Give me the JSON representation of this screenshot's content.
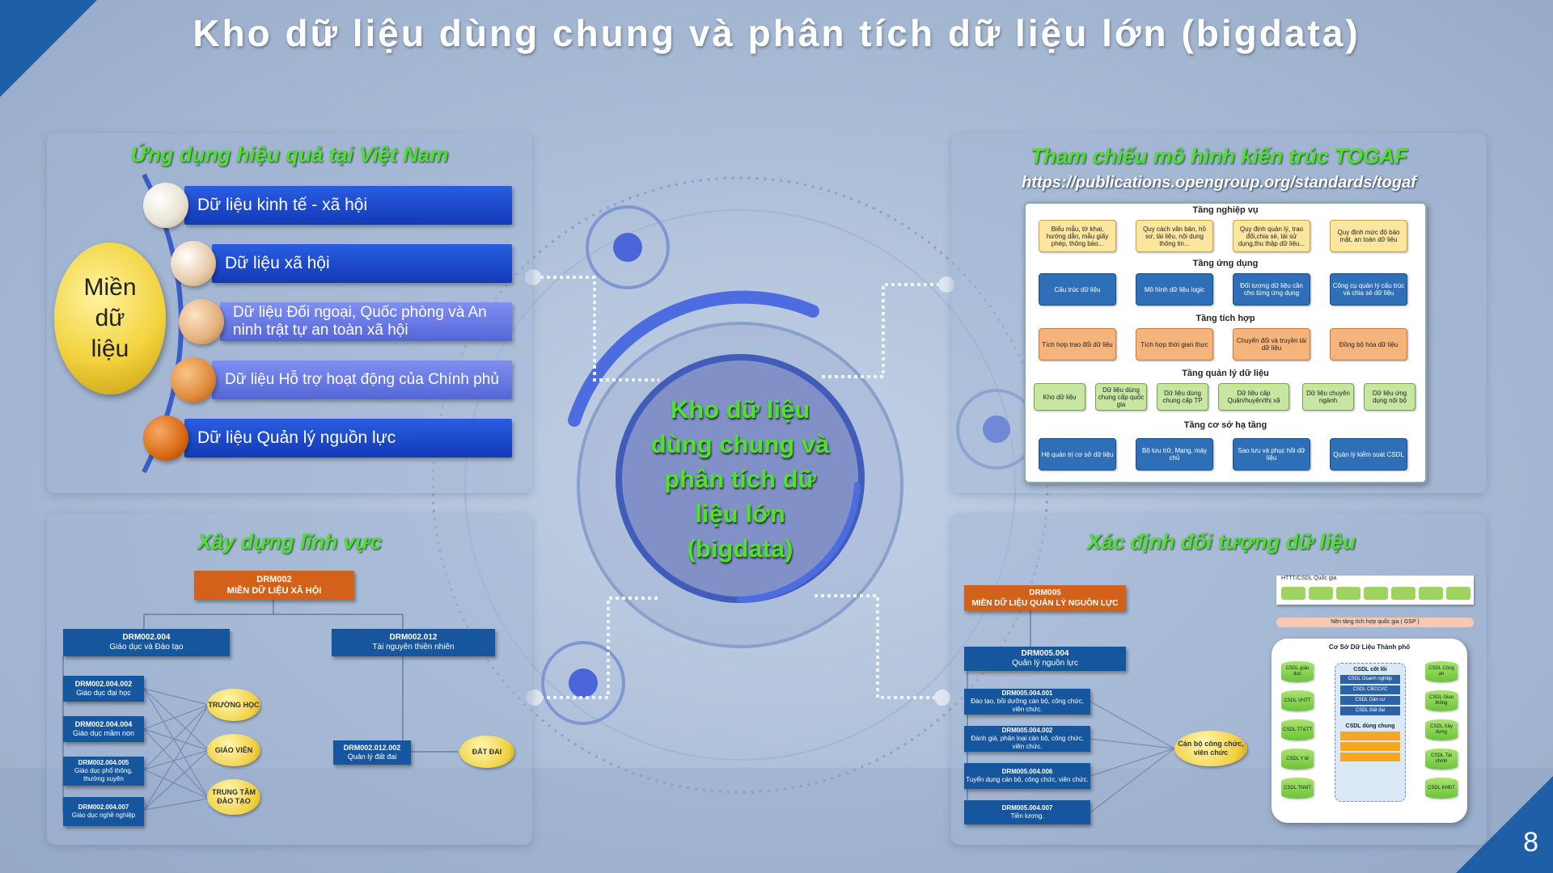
{
  "title": "Kho dữ liệu dùng chung và phân tích dữ liệu lớn (bigdata)",
  "page_number": "8",
  "center": {
    "line1": "Kho dữ liệu",
    "line2": "dùng chung và",
    "line3": "phân tích dữ",
    "line4": "liệu lớn",
    "line5": "(bigdata)"
  },
  "panel_vn": {
    "title": "Ứng dụng hiệu quả tại Việt Nam",
    "hub_line1": "Miền",
    "hub_line2": "dữ",
    "hub_line3": "liệu",
    "items": [
      {
        "label": "Dữ liệu kinh tế - xã hội",
        "ball_color": "#e9e2d4"
      },
      {
        "label": "Dữ liệu xã hội",
        "ball_color": "#e7c9a7"
      },
      {
        "label": "Dữ liệu Đối ngoại, Quốc phòng và An ninh trật tự an toàn xã hội",
        "ball_color": "#e4b07c"
      },
      {
        "label": "Dữ liệu Hỗ trợ hoạt động của Chính phủ",
        "ball_color": "#df8a3a"
      },
      {
        "label": "Dữ liệu Quản lý nguồn lực",
        "ball_color": "#d86a12"
      }
    ]
  },
  "panel_togaf": {
    "title": "Tham chiếu mô hình kiến trúc TOGAF",
    "url": "https://publications.opengroup.org/standards/togaf",
    "layers": [
      {
        "name": "Tầng nghiệp vụ",
        "boxes": [
          "Biểu mẫu, tờ khai, hướng dẫn, mẫu giấy phép, thông báo...",
          "Quy cách văn bản, hồ sơ, tài liệu, nội dung thông tin...",
          "Quy định quản lý, trao đổi,chia sẻ, tái sử dụng,thu thập dữ liệu...",
          "Quy định mức độ bảo mật, an toàn dữ liệu"
        ]
      },
      {
        "name": "Tầng ứng dụng",
        "boxes": [
          "Cấu trúc dữ liệu",
          "Mô hình dữ liệu logic",
          "Đối tượng dữ liệu cần cho từng ứng dụng",
          "Công cụ quản lý cấu trúc và chia sẻ dữ liệu"
        ]
      },
      {
        "name": "Tầng tích hợp",
        "boxes": [
          "Tích hợp trao đổi dữ liệu",
          "Tích hợp thời gian thực",
          "Chuyển đổi và truyền tải dữ liệu",
          "Đồng bộ hóa dữ liệu"
        ]
      },
      {
        "name": "Tầng quản lý dữ liệu",
        "boxes": [
          "Kho dữ liệu",
          "Dữ liệu dùng chung cấp quốc gia",
          "Dữ liệu dùng chung cấp TP",
          "Dữ liệu cấp Quận/huyện/thị xã",
          "Dữ liệu chuyên ngành",
          "Dữ liệu ứng dụng nội bộ"
        ]
      },
      {
        "name": "Tầng cơ sở hạ tầng",
        "boxes": [
          "Hệ quản trị cơ sở dữ liệu",
          "Bộ lưu trữ, Mạng, máy chủ",
          "Sao lưu và phục hồi dữ liệu",
          "Quản lý kiểm soát CSDL"
        ]
      }
    ]
  },
  "panel_field": {
    "title": "Xây dựng lĩnh vực",
    "root": {
      "code": "DRM002",
      "name": "MIỀN DỮ LIỆU XÃ HỘI"
    },
    "left": {
      "code": "DRM002.004",
      "name": "Giáo dục và Đào tạo"
    },
    "right": {
      "code": "DRM002.012",
      "name": "Tài nguyên thiên nhiên"
    },
    "left_children": [
      {
        "code": "DRM002.004.002",
        "name": "Giáo dục đại học"
      },
      {
        "code": "DRM002.004.004",
        "name": "Giáo dục mầm non"
      },
      {
        "code": "DRM002.004.005",
        "name": "Giáo dục phổ thông, thường xuyên"
      },
      {
        "code": "DRM002.004.007",
        "name": "Giáo dục nghề nghiệp"
      }
    ],
    "ovals": [
      "TRƯỜNG HỌC",
      "GIÁO VIÊN",
      "TRUNG TÂM ĐÀO TẠO"
    ],
    "right_child": {
      "code": "DRM002.012.002",
      "name": "Quản lý đất đai"
    },
    "right_oval": "ĐẤT ĐAI"
  },
  "panel_object": {
    "title": "Xác định đối tượng dữ liệu",
    "root": {
      "code": "DRM005",
      "name": "MIỀN DỮ LIỆU QUẢN LÝ NGUỒN LỰC"
    },
    "mid": {
      "code": "DRM005.004",
      "name": "Quản lý nguồn lực"
    },
    "children": [
      {
        "code": "DRM005.004.001",
        "name": "Đào tạo, bồi dưỡng cán bộ, công chức, viên chức."
      },
      {
        "code": "DRM005.004.002",
        "name": "Đánh giá, phân loại cán bộ, công chức, viên chức."
      },
      {
        "code": "DRM005.004.006",
        "name": "Tuyển dụng cán bộ, công chức, viên chức."
      },
      {
        "code": "DRM005.004.007",
        "name": "Tiền lương."
      }
    ],
    "oval": "Cán bộ công chức, viên chức",
    "csdl": {
      "top_label": "HTTT/CSDL Quốc gia",
      "gsp_label": "Nền tảng tích hợp quốc gia ( GSP )",
      "frame_title": "Cơ Sở Dữ Liệu Thành phố",
      "core_title": "CSDL cốt lõi",
      "core_items": [
        "CSDL Doanh nghiệp",
        "CSDL CBCCVC",
        "CSDL Dân cư",
        "CSDL Đất đai"
      ],
      "shared_title": "CSDL dùng chung",
      "left_cyls": [
        "CSDL giáo dục",
        "CSDL VHTT",
        "CSDL TT&TT",
        "CSDL Y tế",
        "CSDL TNMT"
      ],
      "right_cyls": [
        "CSDL Công an",
        "CSDL Giao thông",
        "CSDL Xây dựng",
        "CSDL Tài chính",
        "CSDL KHĐT"
      ]
    }
  }
}
